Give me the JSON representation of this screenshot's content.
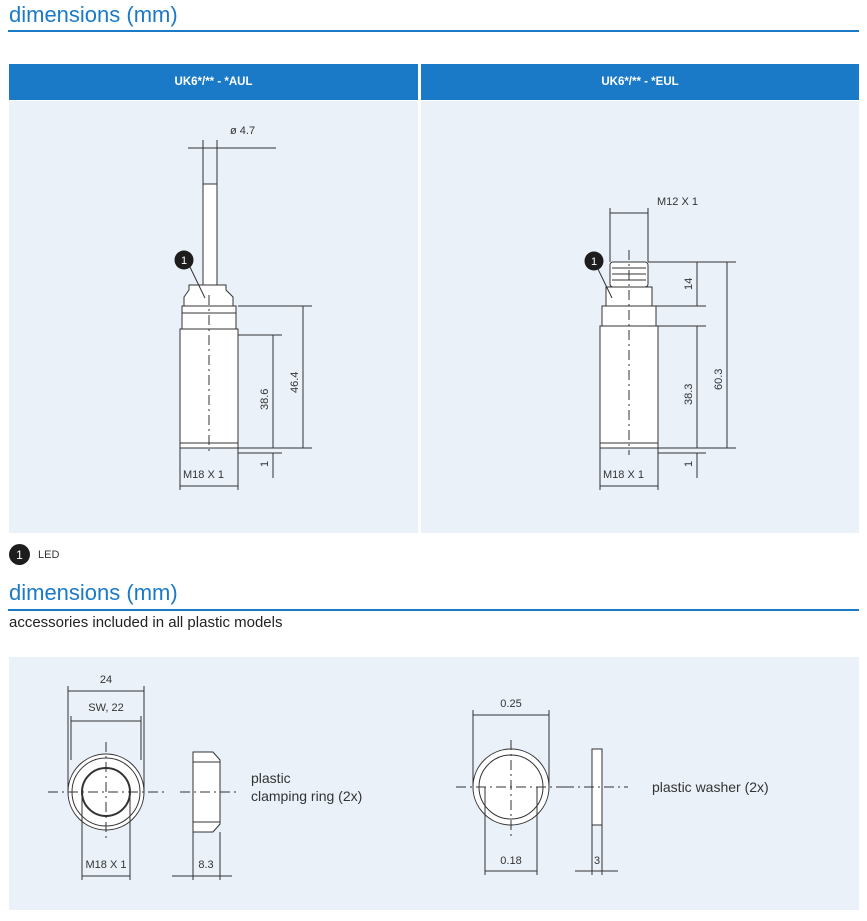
{
  "section1": {
    "heading": "dimensions (mm)"
  },
  "table": {
    "col1_header": "UK6*/** - *AUL",
    "col2_header": "UK6*/** - *EUL"
  },
  "aul": {
    "diameter_label": "ø 4.7",
    "thread_label": "M18 X 1",
    "dim_38": "38.6",
    "dim_46": "46.4",
    "dim_1": "1",
    "marker": "1"
  },
  "eul": {
    "connector_label": "M12 X 1",
    "thread_label": "M18 X 1",
    "dim_14": "14",
    "dim_38": "38.3",
    "dim_60": "60.3",
    "dim_1": "1",
    "marker": "1"
  },
  "legend": {
    "marker": "1",
    "label": "LED"
  },
  "section2": {
    "heading": "dimensions (mm)",
    "subtitle": "accessories included in all plastic models"
  },
  "accessories": {
    "ring_outer": "24",
    "ring_sw": "SW, 22",
    "ring_thread": "M18 X 1",
    "ring_thickness": "8.3",
    "ring_label_1": "plastic",
    "ring_label_2": "clamping ring (2x)",
    "washer_outer": "0.25",
    "washer_inner": "0.18",
    "washer_thickness": "3",
    "washer_label": "plastic washer (2x)"
  }
}
